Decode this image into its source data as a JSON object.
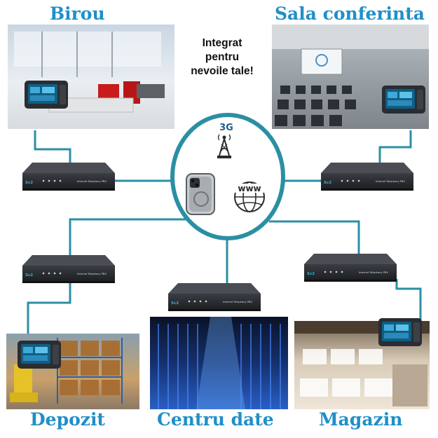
{
  "tagline": [
    "Integrat",
    "pentru",
    "nevoile tale!"
  ],
  "sites": {
    "office": "Birou",
    "conference": "Sala conferinta",
    "warehouse": "Depozit",
    "datacenter": "Centru date",
    "store": "Magazin"
  },
  "cloud": {
    "cell_label": "3G",
    "web_label": "www",
    "icons": [
      "cell-tower-icon",
      "smartphone-icon",
      "globe-icon"
    ]
  },
  "device": {
    "brand": "Sc2",
    "model_label": "Internet Telephony PBX"
  },
  "colors": {
    "link": "#2b8fa3",
    "label": "#1f8fc8",
    "device": "#2a2c30"
  }
}
